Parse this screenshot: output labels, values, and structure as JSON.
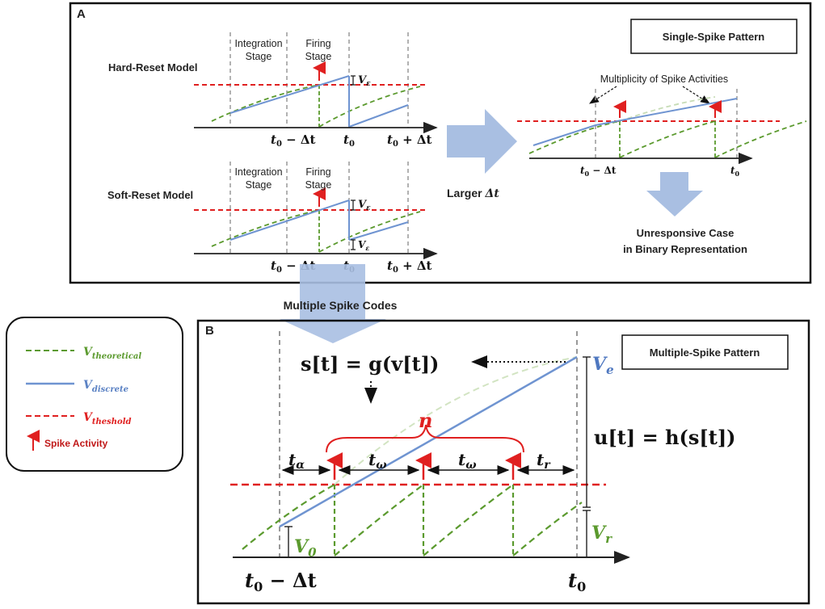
{
  "panel_a": {
    "letter": "A",
    "hard_reset_label": "Hard-Reset Model",
    "soft_reset_label": "Soft-Reset Model",
    "integration_stage_line1": "Integration",
    "integration_stage_line2": "Stage",
    "firing_stage_line1": "Firing",
    "firing_stage_line2": "Stage",
    "v_epsilon": "V",
    "v_epsilon_sub": "ε",
    "tick_t0_minus": "t",
    "tick_t0_minus_rest": " − Δt",
    "tick_t0": "t",
    "tick_t0_plus_rest": " + Δt",
    "tick_sub0": "0",
    "larger_dt_prefix": "Larger ",
    "larger_dt_sym": "Δt",
    "single_spike_title": "Single-Spike Pattern",
    "multiplicity_label": "Multiplicity of Spike Activities",
    "unresponsive_line1": "Unresponsive Case",
    "unresponsive_line2": "in Binary Representation"
  },
  "between": {
    "multiple_spike_codes": "Multiple Spike Codes"
  },
  "legend": {
    "theoretical": "V",
    "theoretical_sub": "theoretical",
    "discrete": "V",
    "discrete_sub": "discrete",
    "threshold": "V",
    "threshold_sub": "theshold",
    "spike": "Spike Activity"
  },
  "panel_b": {
    "letter": "B",
    "multiple_spike_title": "Multiple-Spike Pattern",
    "s_eq": "s[t] = g(v[t])",
    "u_eq": "u[t] = h(s[t])",
    "n_label": "n",
    "t_alpha": "t",
    "t_alpha_sub": "α",
    "t_omega": "t",
    "t_omega_sub": "ω",
    "t_r": "t",
    "t_r_sub": "r",
    "v_e": "V",
    "v_e_sub": "e",
    "v_0": "V",
    "v_0_sub": "0",
    "v_r": "V",
    "v_r_sub": "r",
    "tick_left": "t",
    "tick_left_sub": "0",
    "tick_left_rest": " − Δt",
    "tick_right": "t",
    "tick_right_sub": "0"
  },
  "colors": {
    "theoretical": "#5b9a2e",
    "discrete": "#6f94d1",
    "threshold": "#e02020",
    "spike": "#e02020",
    "big_arrow": "#a9bfe2"
  }
}
